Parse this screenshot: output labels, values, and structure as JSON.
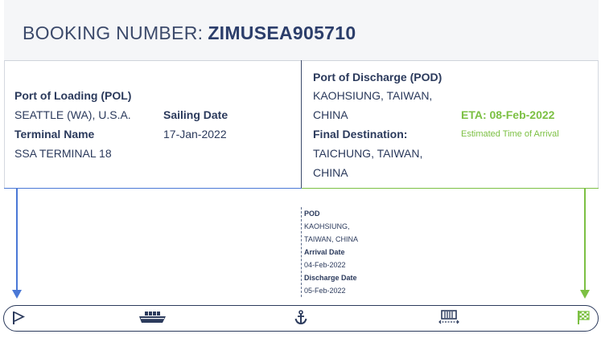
{
  "header": {
    "booking_label": "BOOKING NUMBER:",
    "booking_number": "ZIMUSEA905710"
  },
  "pol": {
    "heading": "Port of Loading (POL)",
    "location": "SEATTLE (WA), U.S.A.",
    "terminal_label": "Terminal Name",
    "terminal": "SSA TERMINAL 18",
    "sailing_label": "Sailing Date",
    "sailing_date": "17-Jan-2022"
  },
  "pod": {
    "heading": "Port of Discharge (POD)",
    "location_line1": "KAOHSIUNG, TAIWAN,",
    "location_line2": "CHINA",
    "final_label": "Final Destination:",
    "final_line1": "TAICHUNG, TAIWAN,",
    "final_line2": "CHINA",
    "eta": "ETA: 08-Feb-2022",
    "eta_sub": "Estimated Time of Arrival"
  },
  "timeline_pod": {
    "label": "POD",
    "location_line1": "KAOHSIUNG,",
    "location_line2": "TAIWAN, CHINA",
    "arrival_label": "Arrival Date",
    "arrival_date": "04-Feb-2022",
    "discharge_label": "Discharge Date",
    "discharge_date": "05-Feb-2022"
  },
  "colors": {
    "navy": "#2b3a5c",
    "blue": "#4a78d6",
    "green": "#7cc043"
  },
  "track_icons": [
    "start-flag-icon",
    "ship-icon",
    "anchor-icon",
    "container-icon",
    "finish-flag-icon"
  ]
}
